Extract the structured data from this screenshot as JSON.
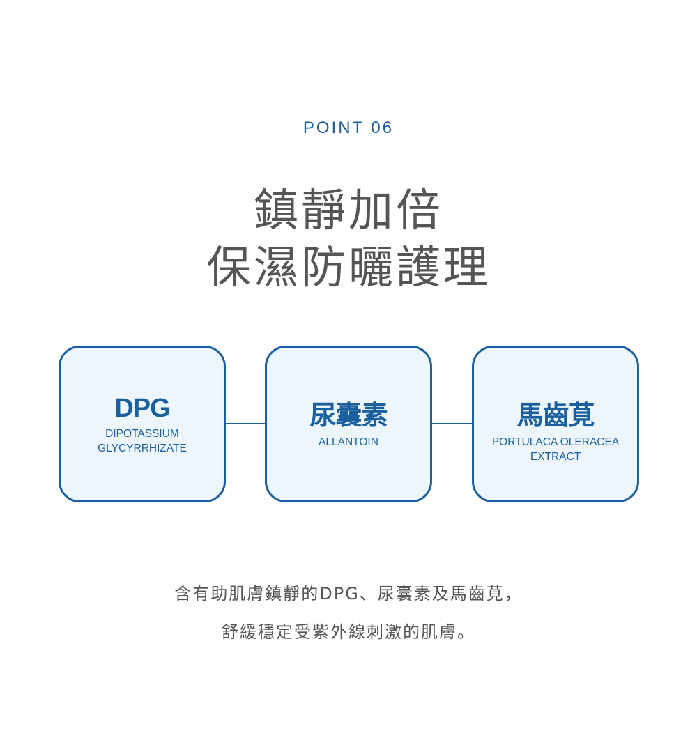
{
  "point_label": "POINT 06",
  "title": [
    "鎮靜加倍",
    "保濕防曬護理"
  ],
  "ingredients": [
    {
      "name": "DPG",
      "sub": [
        "DIPOTASSIUM",
        "GLYCYRRHIZATE"
      ]
    },
    {
      "name": "尿囊素",
      "sub": [
        "ALLANTOIN"
      ]
    },
    {
      "name": "馬齒莧",
      "sub": [
        "PORTULACA OLERACEA",
        "EXTRACT"
      ]
    }
  ],
  "description": [
    "含有助肌膚鎮靜的DPG、尿囊素及馬齒莧，",
    "舒緩穩定受紫外線刺激的肌膚。"
  ],
  "colors": {
    "accent": "#1a5f9e",
    "box_fill": "#eef6fd",
    "text": "#555555"
  }
}
